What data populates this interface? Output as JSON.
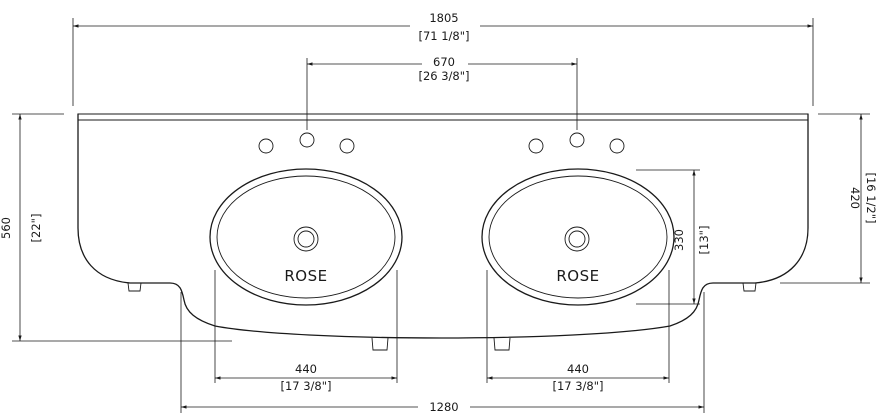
{
  "dimensions": {
    "overall_width": {
      "value": "1805",
      "imperial": "[71 1/8\"]"
    },
    "faucet_spacing": {
      "value": "670",
      "imperial": "[26 3/8\"]"
    },
    "overall_depth": {
      "value": "560",
      "imperial": "[22\"]"
    },
    "wing_depth": {
      "value": "420",
      "imperial": "[16 1/2\"]"
    },
    "bowl_depth": {
      "value": "330",
      "imperial": "[13\"]"
    },
    "left_bowl_width": {
      "value": "440",
      "imperial": "[17 3/8\"]"
    },
    "right_bowl_width": {
      "value": "440",
      "imperial": "[17 3/8\"]"
    },
    "center_width": {
      "value": "1280"
    }
  },
  "bowls": [
    {
      "label": "ROSE"
    },
    {
      "label": "ROSE"
    }
  ],
  "colors": {
    "line": "#1a1a1a",
    "background": "#ffffff"
  }
}
